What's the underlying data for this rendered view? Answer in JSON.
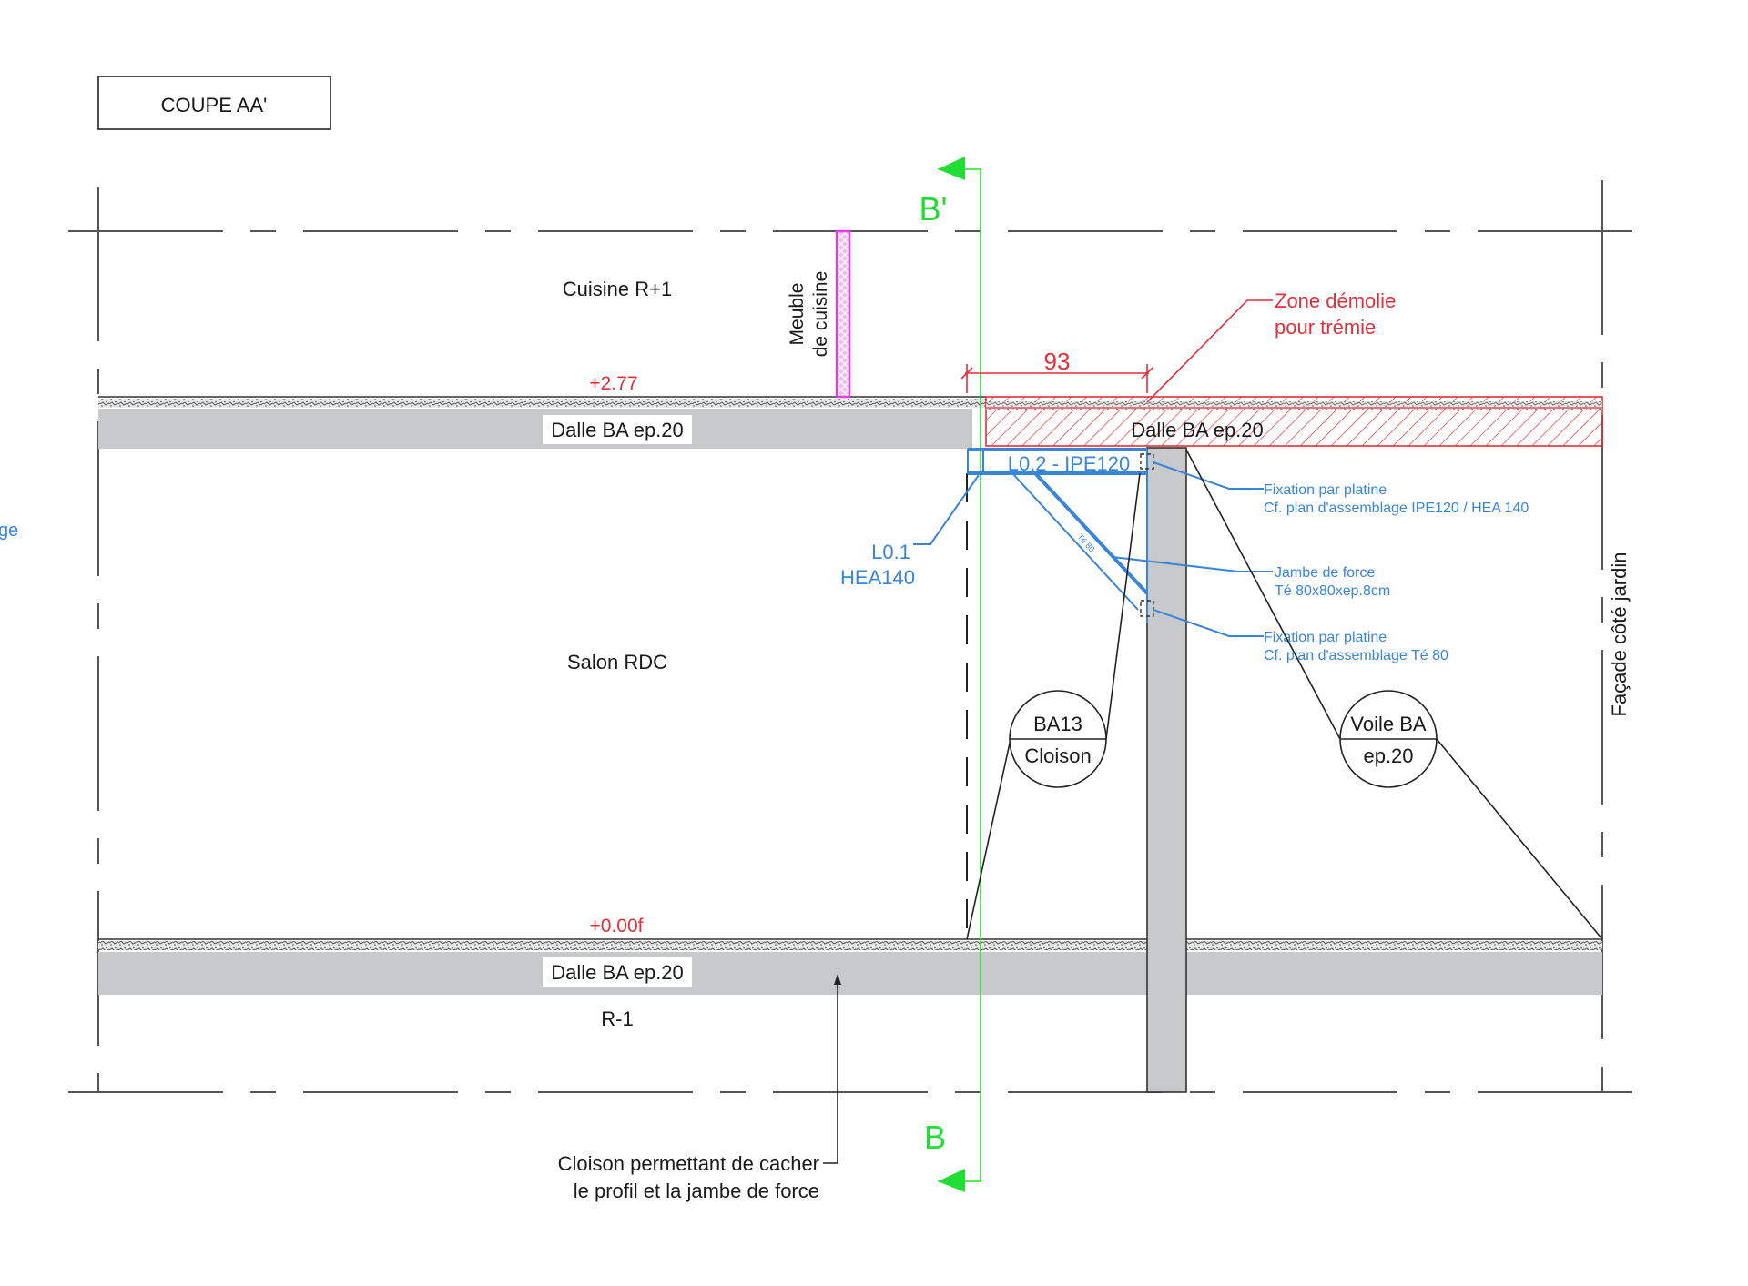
{
  "drawing": {
    "title": "COUPE AA'",
    "colors": {
      "annotation_red": "#e0303c",
      "annotation_blue": "#3a85d8",
      "section_green": "#22dd33",
      "furniture_magenta": "#e040e0",
      "concrete_grey": "#c8c9cb",
      "line_black": "#1a1a1a"
    },
    "rooms": {
      "upper": "Cuisine R+1",
      "middle": "Salon RDC",
      "lower": "R-1"
    },
    "levels": {
      "upper_floor": "+2.77",
      "ground_floor": "+0.00f"
    },
    "slabs": {
      "upper_left": "Dalle BA ep.20",
      "upper_right": "Dalle BA ep.20",
      "lower": "Dalle BA ep.20"
    },
    "section_marks": {
      "top": "B'",
      "bottom": "B"
    },
    "furniture": {
      "line1": "Meuble",
      "line2": "de cuisine"
    },
    "dimension": {
      "value": "93"
    },
    "demolition": {
      "line1": "Zone démolie",
      "line2": "pour trémie"
    },
    "beams": {
      "l02": "L0.2 - IPE120",
      "l01_line1": "L0.1",
      "l01_line2": "HEA140",
      "brace_tag": "Té 80"
    },
    "notes": {
      "fixation1_line1": "Fixation par platine",
      "fixation1_line2": "Cf. plan d'assemblage IPE120 / HEA 140",
      "brace_line1": "Jambe de force",
      "brace_line2": "Té 80x80xep.8cm",
      "fixation2_line1": "Fixation par platine",
      "fixation2_line2": "Cf. plan d'assemblage Té 80",
      "cloison_line1": "Cloison permettant de cacher",
      "cloison_line2": "le profil et la jambe de force",
      "left_cut_fragment": "ge"
    },
    "bubbles": {
      "cloison_top": "BA13",
      "cloison_bottom": "Cloison",
      "voile_top": "Voile BA",
      "voile_bottom": "ep.20"
    },
    "facade_label": "Façade côté jardin"
  }
}
